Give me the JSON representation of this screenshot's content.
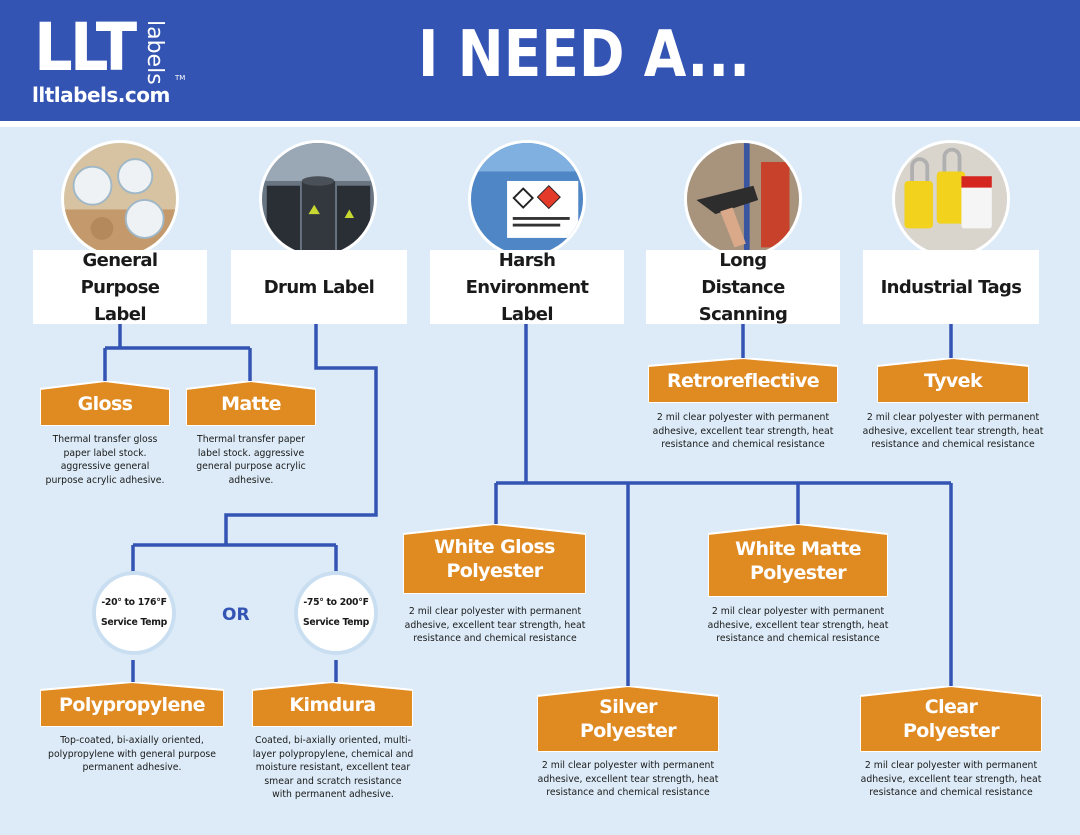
{
  "header": {
    "logo_text": "LLT",
    "logo_sub": "labels",
    "logo_tm": "TM",
    "logo_url": "lltlabels.com",
    "title": "I NEED A..."
  },
  "colors": {
    "header_blue": "#3454b4",
    "line_blue": "#3454b4",
    "tag_orange": "#e08a22",
    "background": "#dcebf7"
  },
  "categories": [
    {
      "label": "General Purpose Label",
      "photo": "circular-stickers-photo"
    },
    {
      "label": "Drum Label",
      "photo": "oil-drums-photo"
    },
    {
      "label": "Harsh Environment Label",
      "photo": "hazard-label-drum-photo"
    },
    {
      "label": "Long Distance Scanning",
      "photo": "barcode-scanner-warehouse-photo"
    },
    {
      "label": "Industrial Tags",
      "photo": "lockout-tags-photo"
    }
  ],
  "materials": {
    "gloss": {
      "label": "Gloss",
      "desc": [
        "Thermal transfer gloss",
        "paper label stock.",
        "aggressive general",
        "purpose acrylic adhesive."
      ]
    },
    "matte": {
      "label": "Matte",
      "desc": [
        "Thermal transfer paper",
        "label stock. aggressive",
        "general purpose acrylic",
        "adhesive."
      ]
    },
    "retro": {
      "label": "Retroreflective",
      "desc": [
        "2 mil clear polyester with permanent",
        "adhesive, excellent tear strength, heat",
        "resistance and chemical resistance"
      ]
    },
    "tyvek": {
      "label": "Tyvek",
      "desc": [
        "2 mil clear polyester with permanent",
        "adhesive, excellent tear strength, heat",
        "resistance and chemical resistance"
      ]
    },
    "white_gloss": {
      "label": [
        "White Gloss",
        "Polyester"
      ],
      "desc": [
        "2 mil clear polyester with permanent",
        "adhesive, excellent tear strength, heat",
        "resistance and chemical resistance"
      ]
    },
    "white_matte": {
      "label": [
        "White Matte",
        "Polyester"
      ],
      "desc": [
        "2 mil clear polyester with permanent",
        "adhesive, excellent tear strength, heat",
        "resistance and chemical resistance"
      ]
    },
    "silver": {
      "label": [
        "Silver",
        "Polyester"
      ],
      "desc": [
        "2 mil clear polyester with permanent",
        "adhesive, excellent tear strength, heat",
        "resistance and chemical resistance"
      ]
    },
    "clear": {
      "label": [
        "Clear",
        "Polyester"
      ],
      "desc": [
        "2 mil clear polyester with permanent",
        "adhesive, excellent tear strength, heat",
        "resistance and chemical resistance"
      ]
    },
    "polypropylene": {
      "label": "Polypropylene",
      "desc": [
        "Top-coated, bi-axially oriented,",
        "polypropylene with general purpose",
        "permanent adhesive."
      ]
    },
    "kimdura": {
      "label": "Kimdura",
      "desc": [
        "Coated, bi-axially oriented, multi-",
        "layer polypropylene, chemical and",
        "moisture resistant, excellent tear",
        "smear and scratch resistance",
        "with permanent adhesive."
      ]
    }
  },
  "temps": {
    "low": {
      "range": "-20° to 176°F",
      "caption": "Service Temp"
    },
    "high": {
      "range": "-75° to 200°F",
      "caption": "Service Temp"
    },
    "or": "OR"
  }
}
